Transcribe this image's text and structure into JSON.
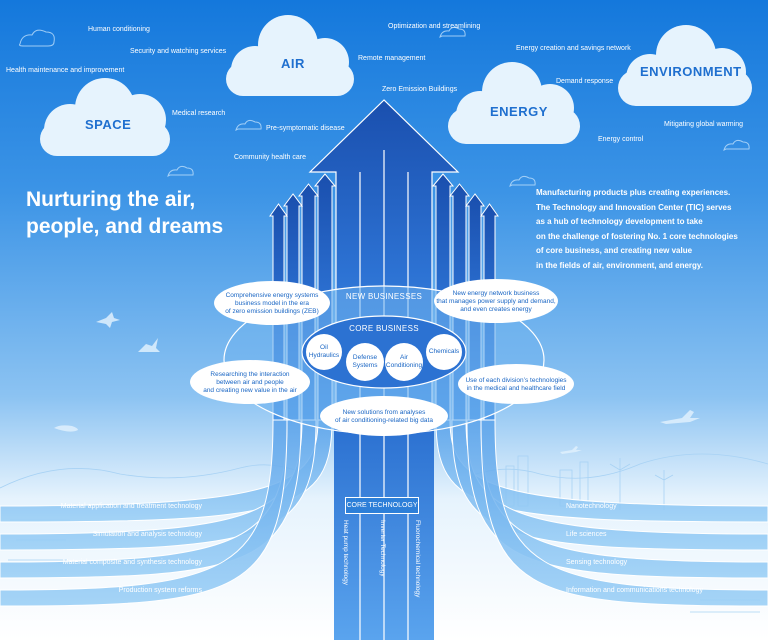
{
  "clouds": {
    "space": "SPACE",
    "air": "AIR",
    "energy": "ENERGY",
    "environment": "ENVIRONMENT"
  },
  "sky_labels": {
    "human_conditioning": "Human conditioning",
    "security_watching": "Security and watching services",
    "health_maintenance": "Health maintenance and improvement",
    "medical_research": "Medical research",
    "pre_symptomatic": "Pre-symptomatic disease",
    "community_health": "Community health care",
    "optimization": "Optimization and streamlining",
    "remote_management": "Remote management",
    "zero_emission": "Zero Emission Buildings",
    "energy_creation": "Energy creation and savings network",
    "demand_response": "Demand response",
    "mitigating_warming": "Mitigating global warming",
    "energy_control": "Energy control"
  },
  "headline": {
    "line1": "Nurturing the air,",
    "line2": "people, and dreams"
  },
  "intro": {
    "line1": "Manufacturing products plus creating experiences.",
    "line2": "The Technology and Innovation Center (TIC) serves",
    "line3": "as a hub of technology development to take",
    "line4": "on the challenge of fostering No. 1 core technologies",
    "line5": "of core business, and creating new value",
    "line6": "in the fields of air, environment, and energy."
  },
  "new_businesses": {
    "title": "NEW BUSINESSES",
    "zeb": {
      "l1": "Comprehensive energy systems",
      "l2": "business model in the era",
      "l3": "of zero emission buildings (ZEB)"
    },
    "network": {
      "l1": "New energy network business",
      "l2": "that manages power supply and demand,",
      "l3": "and even creates energy"
    },
    "interaction": {
      "l1": "Researching the interaction",
      "l2": "between air and people",
      "l3": "and creating new value in the air"
    },
    "medical": {
      "l1": "Use of each division’s technologies",
      "l2": "in the medical and healthcare field"
    },
    "bigdata": {
      "l1": "New solutions from analyses",
      "l2": "of air conditioning-related big data"
    }
  },
  "core_business": {
    "title": "CORE BUSINESS",
    "oil": {
      "l1": "Oil",
      "l2": "Hydraulics"
    },
    "defense": {
      "l1": "Defense",
      "l2": "Systems"
    },
    "air_cond": {
      "l1": "Air",
      "l2": "Conditioning"
    },
    "chemicals": "Chemicals"
  },
  "core_technology": {
    "title": "CORE TECHNOLOGY",
    "heat_pump": "Heat pump technology",
    "inverter": "Inverter Technology",
    "fluoro": "Fluorochemical technology",
    "left": [
      "Material application and treatment technology",
      "Simulation and analysis technology",
      "Material composite and synthesis technology",
      "Production system reforms"
    ],
    "right": [
      "Nanotechnology",
      "Life sciences",
      "Sensing technology",
      "Information and communications technology"
    ]
  },
  "colors": {
    "arrow_dark": "#1a56b8",
    "arrow_light": "#4f96e4",
    "oval_fill": "#ffffff",
    "text_blue": "#1a66c4"
  }
}
